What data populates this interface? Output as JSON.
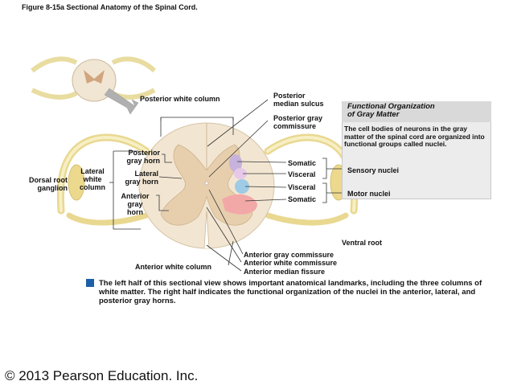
{
  "figure": {
    "title": "Figure 8-15a  Sectional Anatomy of the Spinal Cord."
  },
  "labels": {
    "posterior_white_column": "Posterior white column",
    "posterior_median_sulcus_1": "Posterior",
    "posterior_median_sulcus_2": "median sulcus",
    "posterior_gray_commissure_1": "Posterior gray",
    "posterior_gray_commissure_2": "commissure",
    "posterior_gray_horn_1": "Posterior",
    "posterior_gray_horn_2": "gray horn",
    "lateral_white_column_1": "Lateral",
    "lateral_white_column_2": "white",
    "lateral_white_column_3": "column",
    "lateral_gray_horn_1": "Lateral",
    "lateral_gray_horn_2": "gray horn",
    "anterior_gray_horn_1": "Anterior",
    "anterior_gray_horn_2": "gray",
    "anterior_gray_horn_3": "horn",
    "dorsal_root_ganglion_1": "Dorsal root",
    "dorsal_root_ganglion_2": "ganglion",
    "somatic_top": "Somatic",
    "visceral_top": "Visceral",
    "visceral_bottom": "Visceral",
    "somatic_bottom": "Somatic",
    "sensory_nuclei": "Sensory nuclei",
    "motor_nuclei": "Motor nuclei",
    "ventral_root": "Ventral root",
    "anterior_white_column": "Anterior white column",
    "anterior_gray_commissure": "Anterior gray commissure",
    "anterior_white_commissure": "Anterior white commissure",
    "anterior_median_fissure": "Anterior median fissure"
  },
  "panel": {
    "title_1": "Functional Organization",
    "title_2": "of Gray Matter",
    "body": "The cell bodies of neurons in the gray matter of the spinal cord are organized into functional groups called nuclei."
  },
  "caption": {
    "text": "The left half of this sectional view shows important anatomical landmarks, including the three columns of white matter. The right half indicates the functional organization of the nuclei in the anterior, lateral, and posterior gray horns."
  },
  "footer": {
    "copyright": "© 2013 Pearson Education. Inc."
  },
  "colors": {
    "white_matter": "#f2e6d2",
    "gray_matter": "#e7cfae",
    "nerve": "#f2e39a",
    "somatic_sensory": "#c6b2da",
    "visceral_sensory": "#e6c8e8",
    "visceral_motor": "#9ecbe6",
    "somatic_motor": "#f3a8a8",
    "caption_icon": "#1f5fa8",
    "arrow": "#b0b0b0"
  }
}
